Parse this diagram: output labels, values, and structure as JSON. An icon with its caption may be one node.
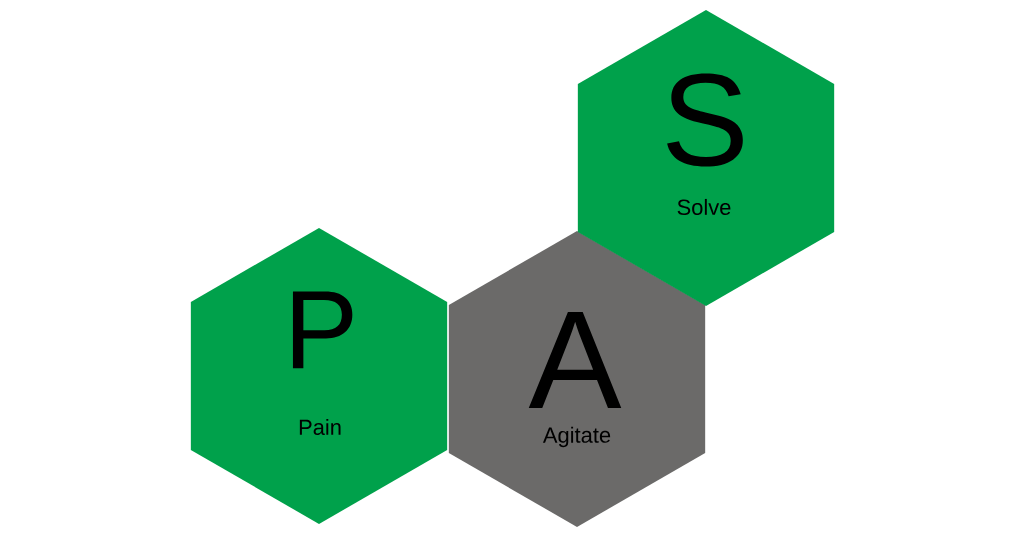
{
  "diagram": {
    "nodes": [
      {
        "text": [
          "P",
          "Pain"
        ]
      },
      {
        "text": [
          "A",
          "Agitate"
        ]
      },
      {
        "text": [
          "S",
          "Solve"
        ]
      }
    ]
  }
}
